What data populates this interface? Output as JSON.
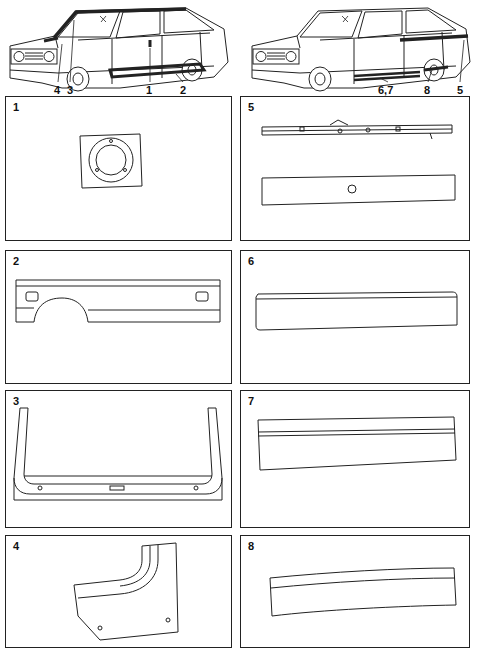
{
  "diagram": {
    "nodes": [
      {
        "text": [
          "1"
        ]
      },
      {
        "text": [
          "5"
        ]
      },
      {
        "text": [
          "2"
        ]
      },
      {
        "text": [
          "6"
        ]
      },
      {
        "text": [
          "3"
        ]
      },
      {
        "text": [
          "7"
        ]
      },
      {
        "text": [
          "4"
        ]
      },
      {
        "text": [
          "8"
        ]
      }
    ],
    "labels": [
      "4",
      "3",
      "1",
      "2",
      "6,7",
      "8",
      "5"
    ]
  }
}
